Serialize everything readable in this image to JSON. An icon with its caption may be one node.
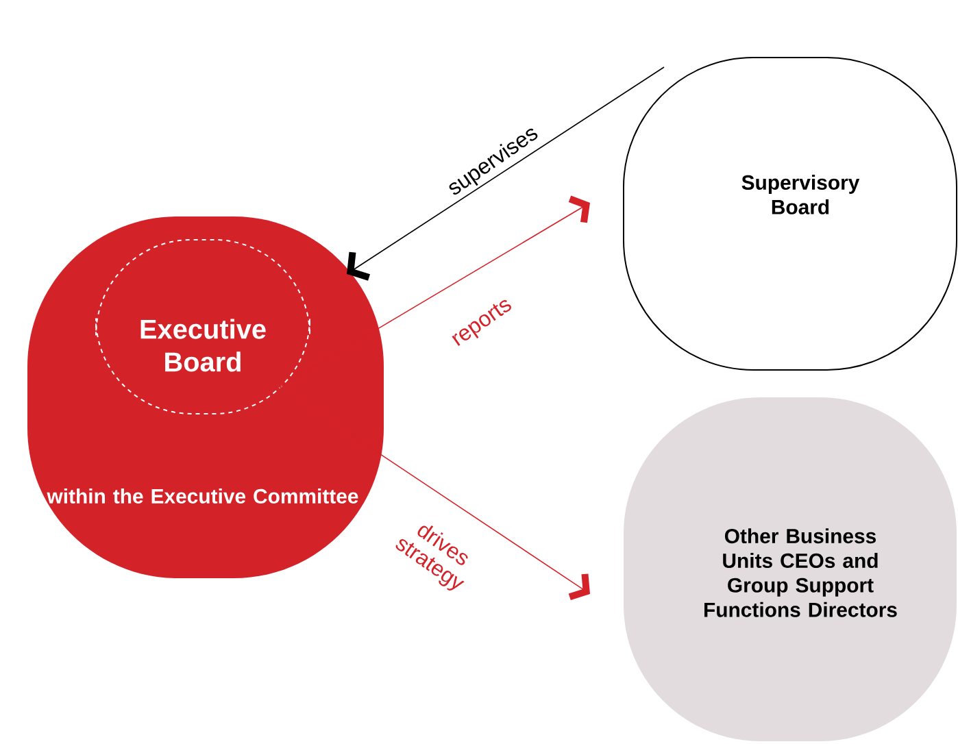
{
  "diagram": {
    "nodes": [
      {
        "text": [
          "within the Executive Committee"
        ]
      },
      {
        "text": [
          "Executive Board"
        ],
        "in": 0
      },
      {
        "text": [
          "Supervisory Board"
        ]
      },
      {
        "text": [
          "Other Business Units CEOs and Group Support Functions Directors"
        ]
      }
    ],
    "edges": [
      {
        "from": 2,
        "to": 0,
        "arrow": "to",
        "label": "supervises",
        "color": "#000000"
      },
      {
        "from": 1,
        "to": 2,
        "arrow": "to",
        "label": "reports"
      },
      {
        "from": 1,
        "to": 3,
        "arrow": "to",
        "label": "drives strategy"
      }
    ]
  }
}
